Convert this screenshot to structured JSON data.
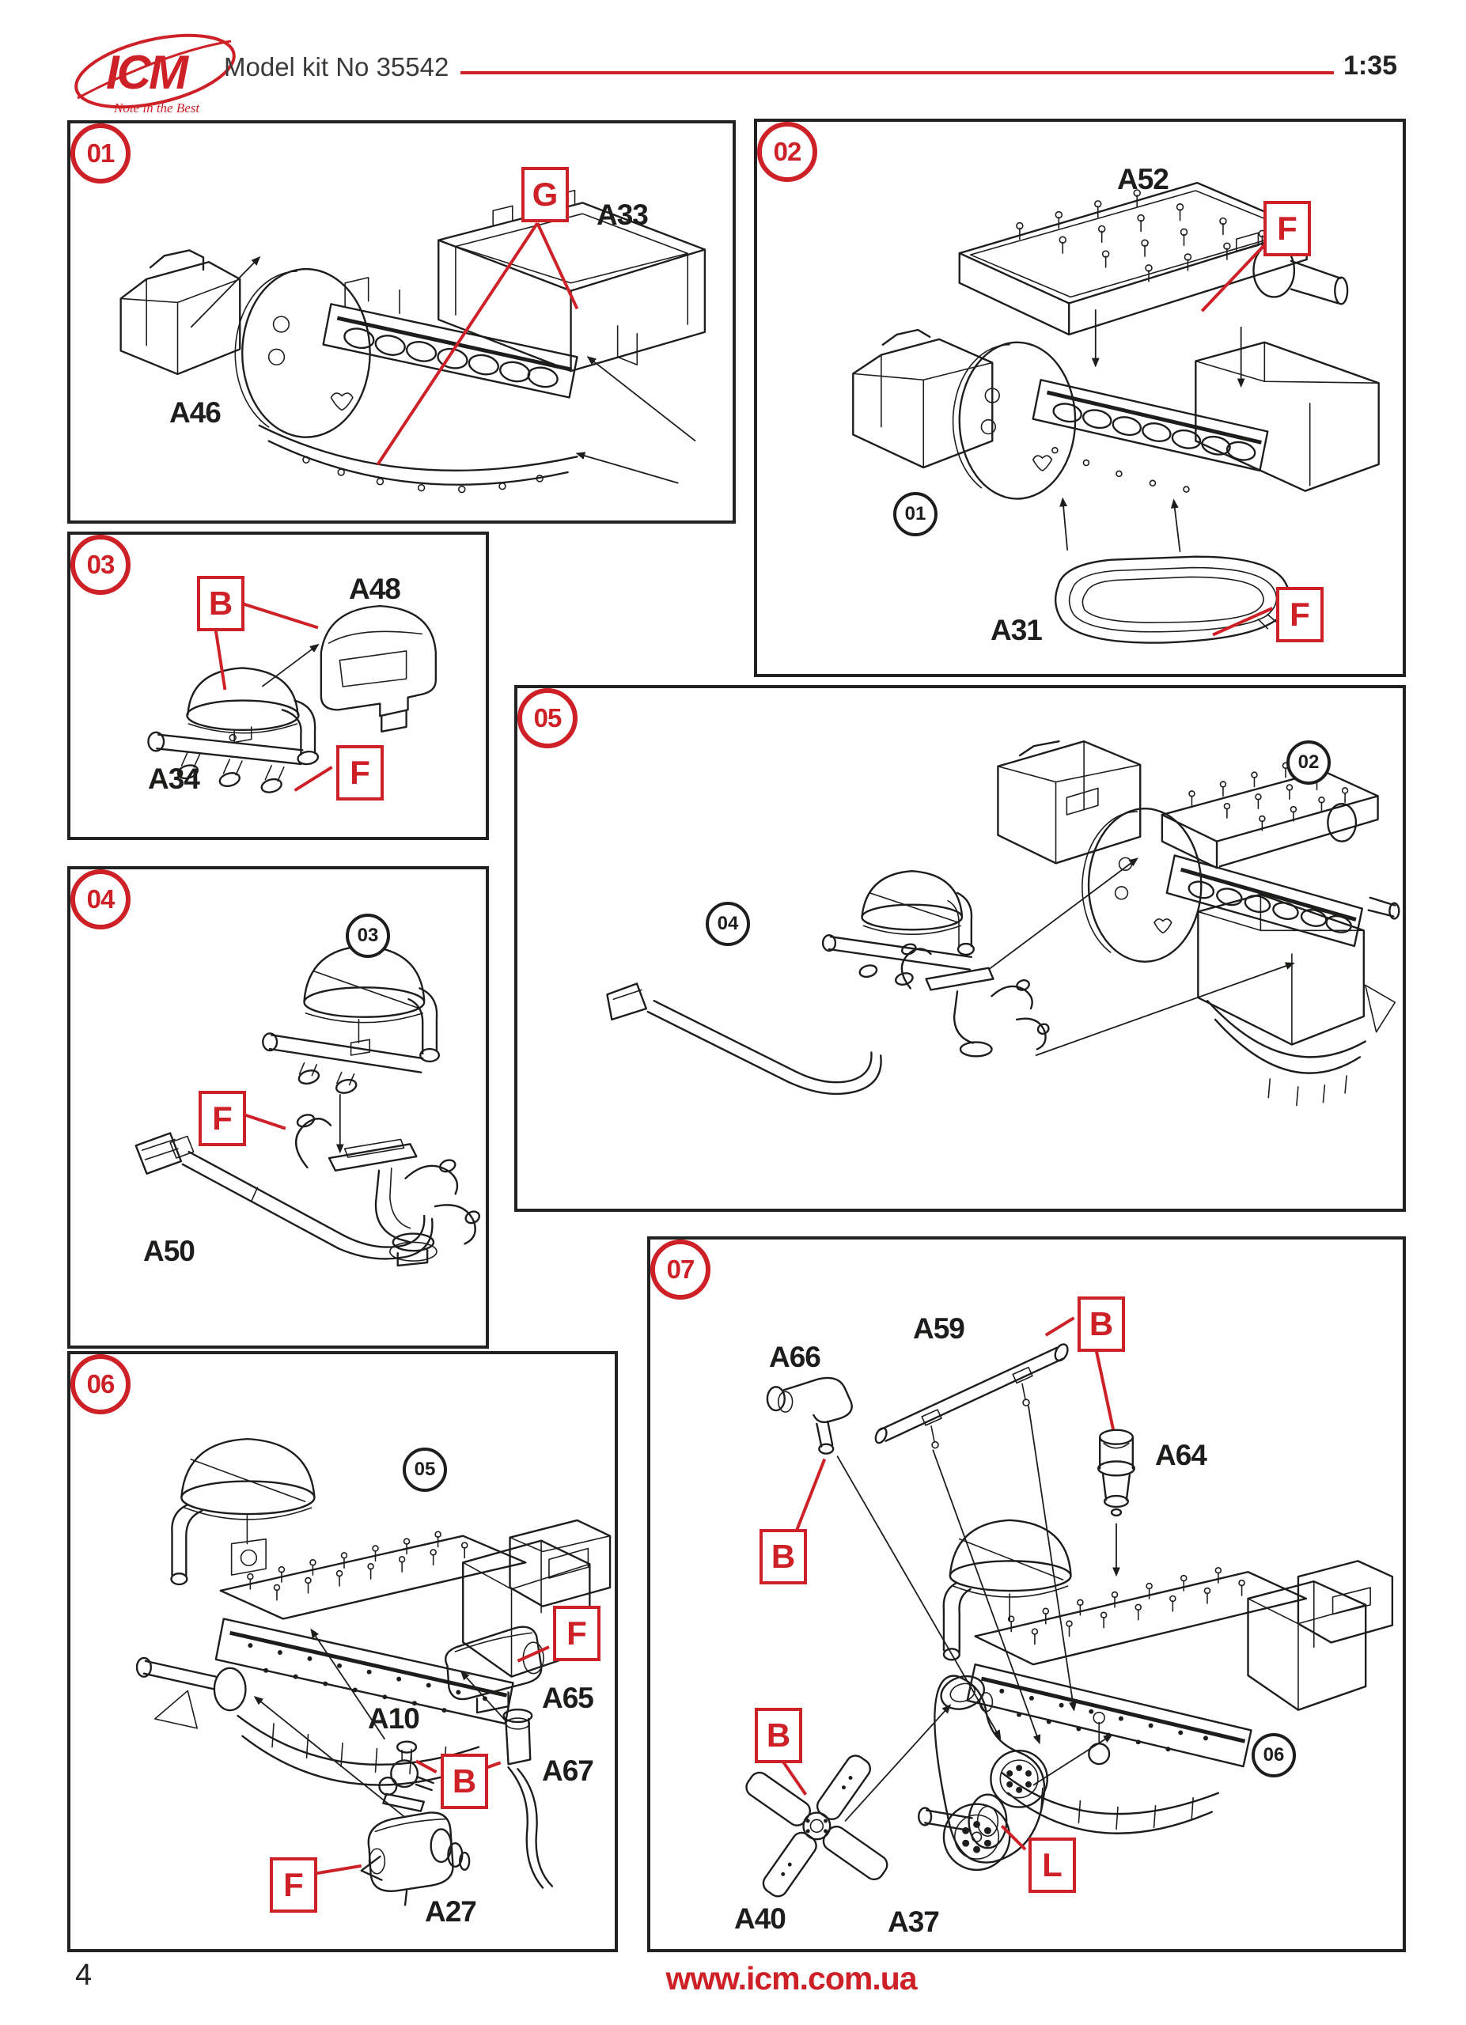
{
  "header": {
    "logo_text": "ICM",
    "logo_tagline": "Note in the Best",
    "kit_label": "Model kit No 35542",
    "scale_label": "1:35"
  },
  "footer": {
    "page_number": "4",
    "website": "www.icm.com.ua"
  },
  "colors": {
    "accent_red": "#ce2127",
    "ink": "#1d1d1b"
  },
  "steps": {
    "s1": {
      "num": "01",
      "callout_g": "G",
      "label_a33": "A33",
      "label_a46": "A46"
    },
    "s2": {
      "num": "02",
      "label_a52": "A52",
      "callout_f_top": "F",
      "ref_01": "01",
      "label_a31": "A31",
      "callout_f_bottom": "F"
    },
    "s3": {
      "num": "03",
      "callout_b": "B",
      "label_a48": "A48",
      "label_a34": "A34",
      "callout_f": "F"
    },
    "s4": {
      "num": "04",
      "ref_03": "03",
      "callout_f": "F",
      "label_a50": "A50"
    },
    "s5": {
      "num": "05",
      "ref_02": "02",
      "ref_04": "04"
    },
    "s6": {
      "num": "06",
      "ref_05": "05",
      "callout_f_starter": "F",
      "label_a65": "A65",
      "label_a10": "A10",
      "callout_b": "B",
      "label_a67": "A67",
      "label_a27": "A27",
      "callout_f_generator": "F"
    },
    "s7": {
      "num": "07",
      "label_a66": "A66",
      "label_a59": "A59",
      "callout_b_top": "B",
      "label_a64": "A64",
      "callout_b_left": "B",
      "callout_b_fan": "B",
      "label_a40": "A40",
      "label_a37": "A37",
      "callout_l": "L",
      "ref_06": "06"
    }
  }
}
